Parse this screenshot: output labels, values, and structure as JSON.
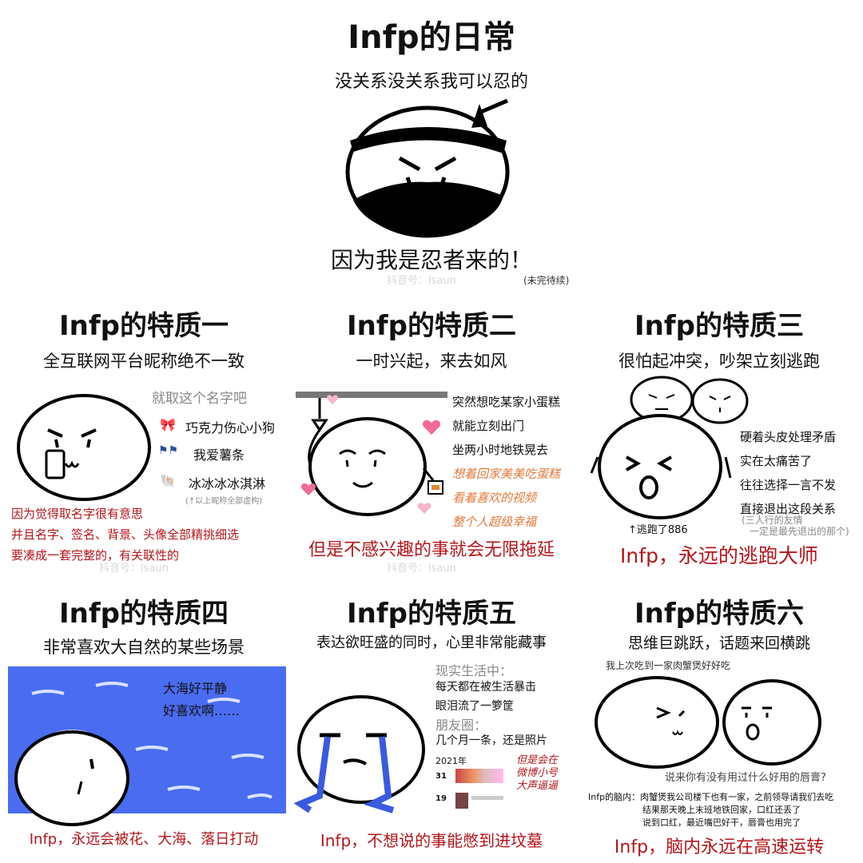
{
  "header": {
    "title": "Infp的日常",
    "subtitle": "没关系没关系我可以忍的",
    "caption": "因为我是忍者来的！",
    "note": "(未完待续)",
    "watermark": "抖音号：lsaun"
  },
  "panels": [
    {
      "title": "Infp的特质一",
      "subtitle": "全互联网平台昵称绝不一致",
      "side_header": "就取这个名字吧",
      "names": [
        "巧克力伤心小狗",
        "我爱薯条",
        "冰冰冰冰淇淋"
      ],
      "name_note": "(↑以上昵称全部虚构)",
      "footer_lines": [
        "因为觉得取名字很有意思",
        "并且名字、签名、背景、头像全部精挑细选",
        "要凑成一套完整的，有关联性的"
      ],
      "icons": [
        "ribbon-icon",
        "flags-icon",
        "shell-icon"
      ]
    },
    {
      "title": "Infp的特质二",
      "subtitle": "一时兴起，来去如风",
      "lines": [
        "突然想吃某家小蛋糕",
        "就能立刻出门",
        "坐两小时地铁晃去"
      ],
      "orange_lines": [
        "想着回家美美吃蛋糕",
        "看着喜欢的视频",
        "整个人超级幸福"
      ],
      "footer": "但是不感兴趣的事就会无限拖延"
    },
    {
      "title": "Infp的特质三",
      "subtitle": "很怕起冲突，吵架立刻逃跑",
      "lines": [
        "硬着头皮处理矛盾",
        "实在太痛苦了",
        "往往选择一言不发",
        "直接退出这段关系"
      ],
      "gray_lines": [
        "(三人行的友情",
        "一定是最先退出的那个)"
      ],
      "escape": "↑逃跑了886",
      "footer": "Infp，永远的逃跑大师"
    },
    {
      "title": "Infp的特质四",
      "subtitle": "非常喜欢大自然的某些场景",
      "sea_lines": [
        "大海好平静",
        "好喜欢啊……"
      ],
      "footer": "Infp，永远会被花、大海、落日打动"
    },
    {
      "title": "Infp的特质五",
      "subtitle": "表达欲旺盛的同时，心里非常能藏事",
      "real_label": "现实生活中：",
      "real_lines": [
        "每天都在被生活暴击",
        "眼泪流了一箩筐"
      ],
      "moments_label": "朋友圈：",
      "moments_line": "几个月一条，还是照片",
      "year": "2021年",
      "feed_days": [
        "31",
        "19"
      ],
      "red_lines": [
        "但是会在",
        "微博小号",
        "大声逼逼"
      ],
      "footer": "Infp，不想说的事能憋到进坟墓"
    },
    {
      "title": "Infp的特质六",
      "subtitle": "思维巨跳跃，话题来回横跳",
      "speech_top": "我上次吃到一家肉蟹煲好好吃",
      "speech_bottom": "说来你有没有用过什么好用的唇膏?",
      "brain_label": "Infp的脑内：",
      "brain_lines": [
        "肉蟹煲我公司楼下也有一家，之前领导请我们去吃",
        "结果那天晚上末班地铁回家，口红还丢了",
        "说到口红，最近嘴巴好干，唇膏也用完了"
      ],
      "footer": "Infp，脑内永远在高速运转"
    }
  ],
  "colors": {
    "red": "#b4161b",
    "orange": "#e07a3c",
    "sea": "#3a5be0",
    "tear": "#3a5be0",
    "pink": "#f06b9a"
  }
}
